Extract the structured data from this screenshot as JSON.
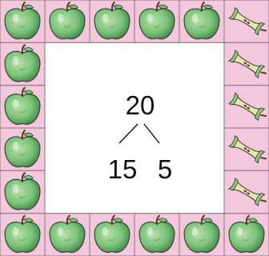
{
  "colors": {
    "tile_fill": "#f4c8dc",
    "tile_border": "#8a6f7a",
    "apple_light": "#b8e0a8",
    "apple_mid": "#7cc27a",
    "apple_dark": "#3f8a4a",
    "apple_outline": "#2e3a2a",
    "core_fill": "#e8e6b8",
    "core_green": "#9ccf7a",
    "stem": "#5a3a1a",
    "center_fill": "#ffffff",
    "text": "#111111"
  },
  "border": {
    "columns": 6,
    "rows": 6,
    "top": [
      "apple-icon",
      "apple-icon",
      "apple-icon",
      "apple-icon",
      "apple-icon",
      "apple-core-icon"
    ],
    "right": [
      "apple-core-icon",
      "apple-core-icon",
      "apple-core-icon",
      "apple-core-icon"
    ],
    "bottom": [
      "apple-icon",
      "apple-icon",
      "apple-icon",
      "apple-icon",
      "apple-icon",
      "apple-icon"
    ],
    "left": [
      "apple-icon",
      "apple-icon",
      "apple-icon",
      "apple-icon"
    ]
  },
  "number_bond": {
    "whole": "20",
    "part_left": "15",
    "part_right": "5"
  }
}
